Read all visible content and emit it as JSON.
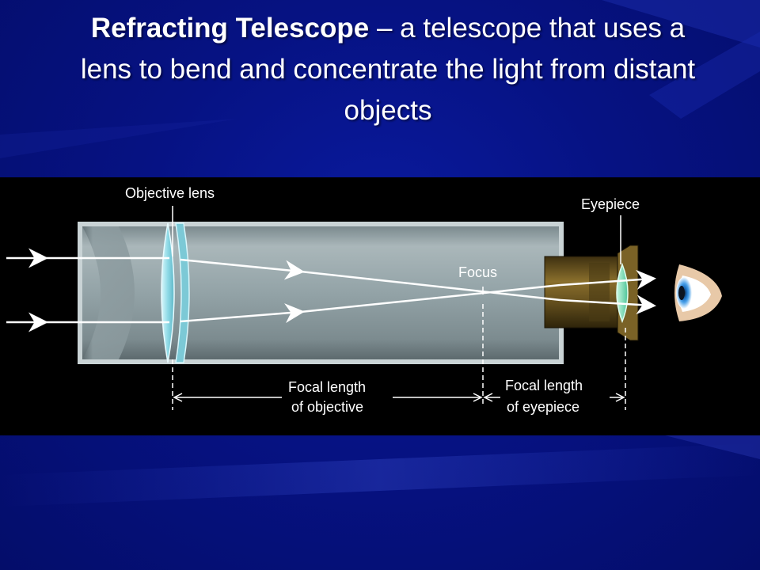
{
  "title": {
    "term": "Refracting Telescope",
    "definition": " – a telescope that uses a lens to bend and concentrate the light from distant objects"
  },
  "diagram": {
    "labels": {
      "objective_lens": "Objective lens",
      "eyepiece": "Eyepiece",
      "focus": "Focus",
      "focal_length_objective_1": "Focal length",
      "focal_length_objective_2": "of objective",
      "focal_length_eyepiece_1": "Focal length",
      "focal_length_eyepiece_2": "of eyepiece"
    }
  },
  "colors": {
    "background": "#061283",
    "panel": "#000000",
    "tube": "#8fa0a4",
    "eyepiece_housing": "#6a5420",
    "lens": "#9fe6f0",
    "eyepiece_lens": "#7fe6b8",
    "text": "#ffffff"
  }
}
